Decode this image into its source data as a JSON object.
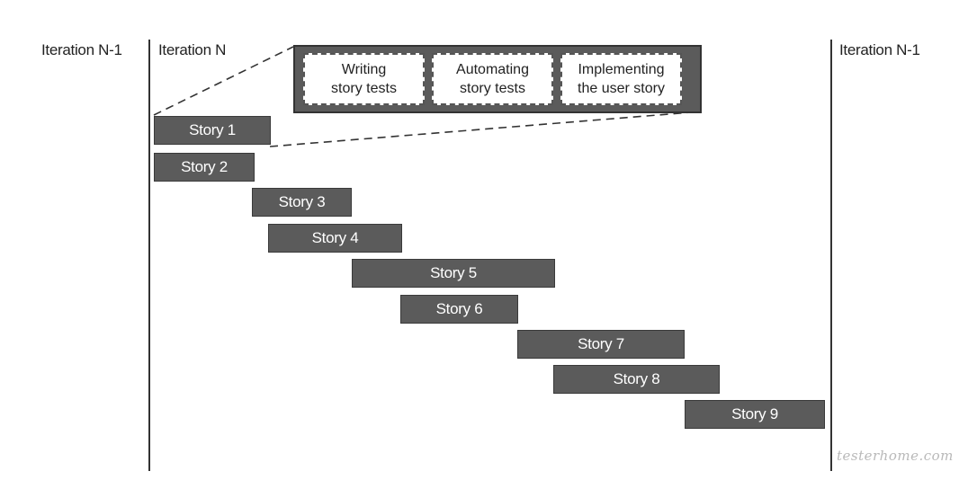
{
  "iterations": {
    "left": "Iteration N-1",
    "current": "Iteration N",
    "right": "Iteration N-1"
  },
  "phases": [
    "Writing\nstory tests",
    "Automating\nstory tests",
    "Implementing\nthe user story"
  ],
  "stories": [
    "Story 1",
    "Story 2",
    "Story 3",
    "Story 4",
    "Story 5",
    "Story 6",
    "Story 7",
    "Story 8",
    "Story 9"
  ],
  "watermark": "testerhome.com",
  "colors": {
    "story_fill": "#5b5b5b",
    "line": "#333333"
  }
}
